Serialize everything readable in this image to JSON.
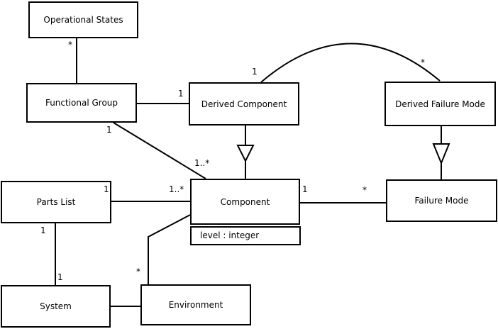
{
  "diagram_type": "UML class diagram",
  "colors": {
    "background": "#ffffff",
    "line": "#000000",
    "box_fill": "#ffffff",
    "text": "#000000"
  },
  "classes": {
    "operational_states": {
      "name": "Operational States"
    },
    "functional_group": {
      "name": "Functional Group"
    },
    "derived_component": {
      "name": "Derived Component"
    },
    "derived_failure_mode": {
      "name": "Derived Failure Mode"
    },
    "parts_list": {
      "name": "Parts List"
    },
    "component": {
      "name": "Component",
      "attributes": [
        "level : integer"
      ]
    },
    "failure_mode": {
      "name": "Failure Mode"
    },
    "system": {
      "name": "System"
    },
    "environment": {
      "name": "Environment"
    }
  },
  "relationships": [
    {
      "from": "Operational States",
      "to": "Functional Group",
      "type": "association",
      "from_label": "*"
    },
    {
      "from": "Functional Group",
      "to": "Derived Component",
      "type": "association",
      "to_label": "1"
    },
    {
      "from": "Functional Group",
      "to": "Component",
      "type": "association",
      "from_label": "1",
      "to_label": "1..*"
    },
    {
      "from": "Derived Component",
      "to": "Derived Failure Mode",
      "type": "association",
      "from_label": "1",
      "to_label": "*"
    },
    {
      "from": "Derived Component",
      "to": "Component",
      "type": "generalization"
    },
    {
      "from": "Derived Failure Mode",
      "to": "Failure Mode",
      "type": "generalization"
    },
    {
      "from": "Parts List",
      "to": "Component",
      "type": "association",
      "from_label": "1",
      "to_label": "1..*"
    },
    {
      "from": "Component",
      "to": "Failure Mode",
      "type": "association",
      "from_label": "1",
      "to_label": "*"
    },
    {
      "from": "Component",
      "to": "Environment",
      "type": "association",
      "to_label": "*"
    },
    {
      "from": "Parts List",
      "to": "System",
      "type": "association",
      "from_label": "1",
      "to_label": "1"
    },
    {
      "from": "System",
      "to": "Environment",
      "type": "association"
    }
  ]
}
